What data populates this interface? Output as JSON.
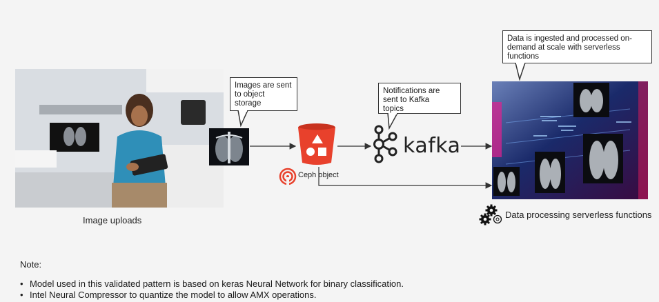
{
  "callouts": {
    "object_storage": "Images are sent\nto object\nstorage",
    "kafka": "Notifications are\nsent to Kafka\ntopics",
    "serverless": "Data is ingested and processed on-\ndemand at scale with serverless\nfunctions"
  },
  "labels": {
    "image_uploads": "Image uploads",
    "ceph": "Ceph object",
    "kafka": "kafka",
    "serverless_functions": "Data processing serverless functions"
  },
  "notes": {
    "title": "Note:",
    "items": [
      "Model used in this validated pattern is based on keras Neural Network for binary classification.",
      "Intel Neural Compressor to quantize the model to allow AMX operations."
    ]
  },
  "colors": {
    "bucket_red": "#e8412c",
    "ceph_red": "#e8412c",
    "arrow": "#333333"
  }
}
